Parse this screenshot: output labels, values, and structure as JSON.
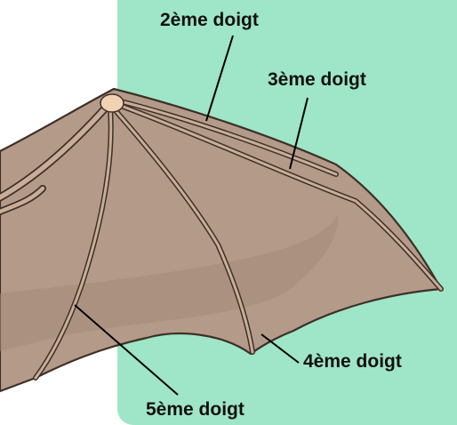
{
  "colors": {
    "panel": "#9ee6c7",
    "membrane": "#b49b89",
    "membrane_dark": "#a48b79",
    "bone": "#c8ae98",
    "outline": "#3e3028",
    "leader_line": "#000000"
  },
  "labels": {
    "finger2": "2ème doigt",
    "finger3": "3ème doigt",
    "finger4": "4ème doigt",
    "finger5": "5ème doigt"
  }
}
